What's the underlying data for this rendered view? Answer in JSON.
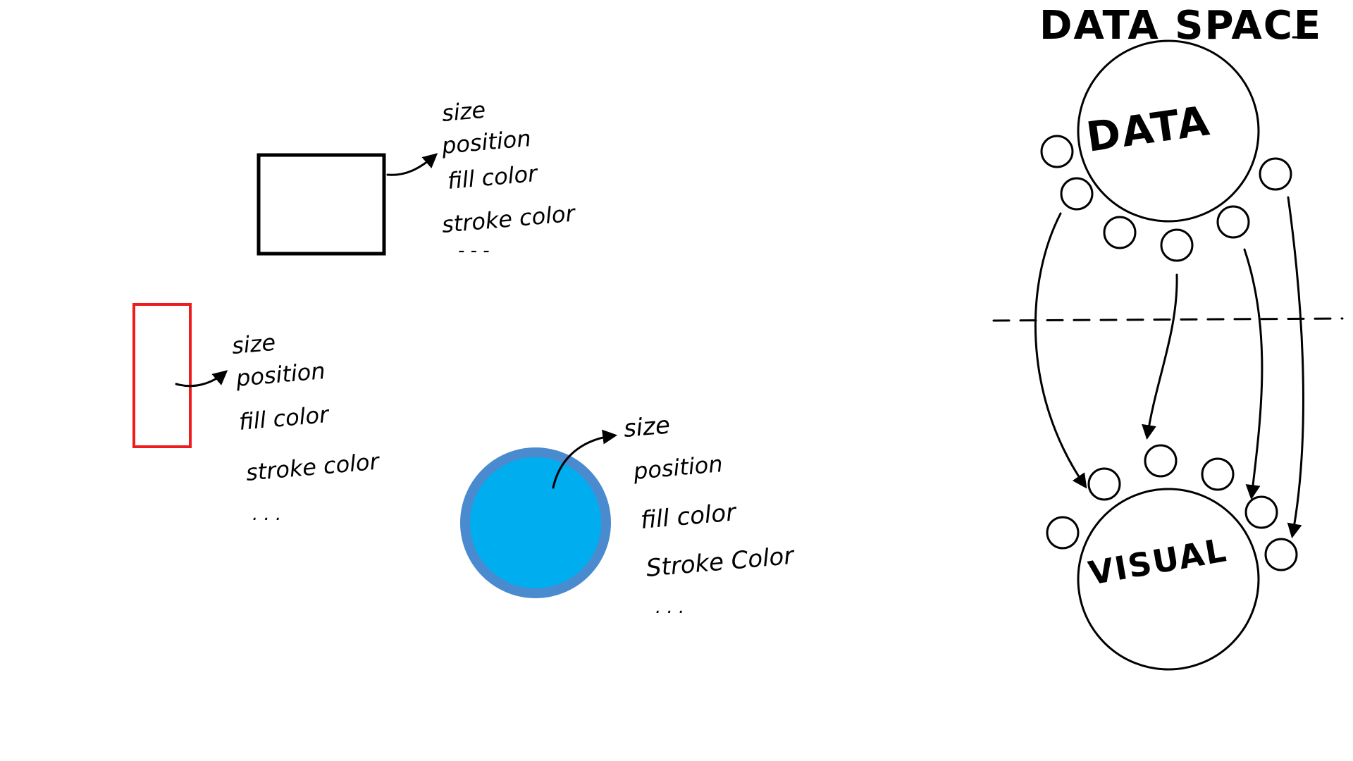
{
  "shapes": {
    "rectangle": {
      "stroke_color": "#000000",
      "fill_color": "#ffffff",
      "properties": [
        "size",
        "position",
        "fill color",
        "stroke color",
        "- - -"
      ]
    },
    "bar": {
      "stroke_color": "#ee1c1c",
      "fill_color": "#ffffff",
      "properties": [
        "size",
        "position",
        "fill color",
        "stroke color",
        ". . ."
      ]
    },
    "circle": {
      "stroke_color": "#4a8bd0",
      "fill_color": "#00aeef",
      "properties": [
        "size",
        "position",
        "fill color",
        "Stroke Color",
        ". . ."
      ]
    }
  },
  "data_space": {
    "title": "DATA SPACE",
    "data_label": "DATA",
    "visual_label": "VISUAL"
  }
}
